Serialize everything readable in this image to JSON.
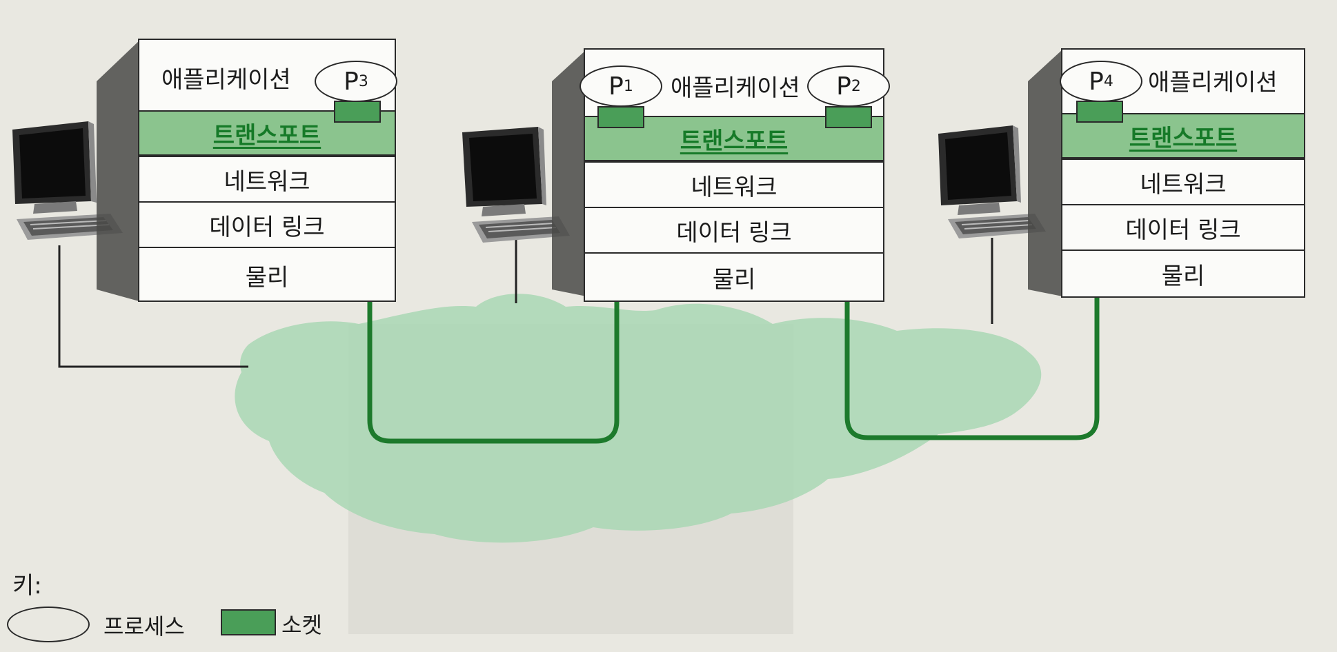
{
  "colors": {
    "transport_fill": "#8bc48e",
    "transport_text": "#167a28",
    "socket_fill": "#4a9e58",
    "path_green": "#1d7a2c",
    "cloud": "#a9d7b4"
  },
  "hosts": [
    {
      "application_label": "애플리케이션",
      "processes": [
        "P",
        "3"
      ],
      "layers": [
        "트랜스포트",
        "네트워크",
        "데이터 링크",
        "물리"
      ]
    },
    {
      "application_label": "애플리케이션",
      "processes_left": [
        "P",
        "1"
      ],
      "processes_right": [
        "P",
        "2"
      ],
      "layers": [
        "트랜스포트",
        "네트워크",
        "데이터 링크",
        "물리"
      ]
    },
    {
      "application_label": "애플리케이션",
      "processes": [
        "P",
        "4"
      ],
      "layers": [
        "트랜스포트",
        "네트워크",
        "데이터 링크",
        "물리"
      ]
    }
  ],
  "icons": [
    "computer-icon",
    "computer-icon",
    "computer-icon"
  ],
  "key": {
    "title": "키:",
    "process_label": "프로세스",
    "socket_label": "소켓"
  }
}
